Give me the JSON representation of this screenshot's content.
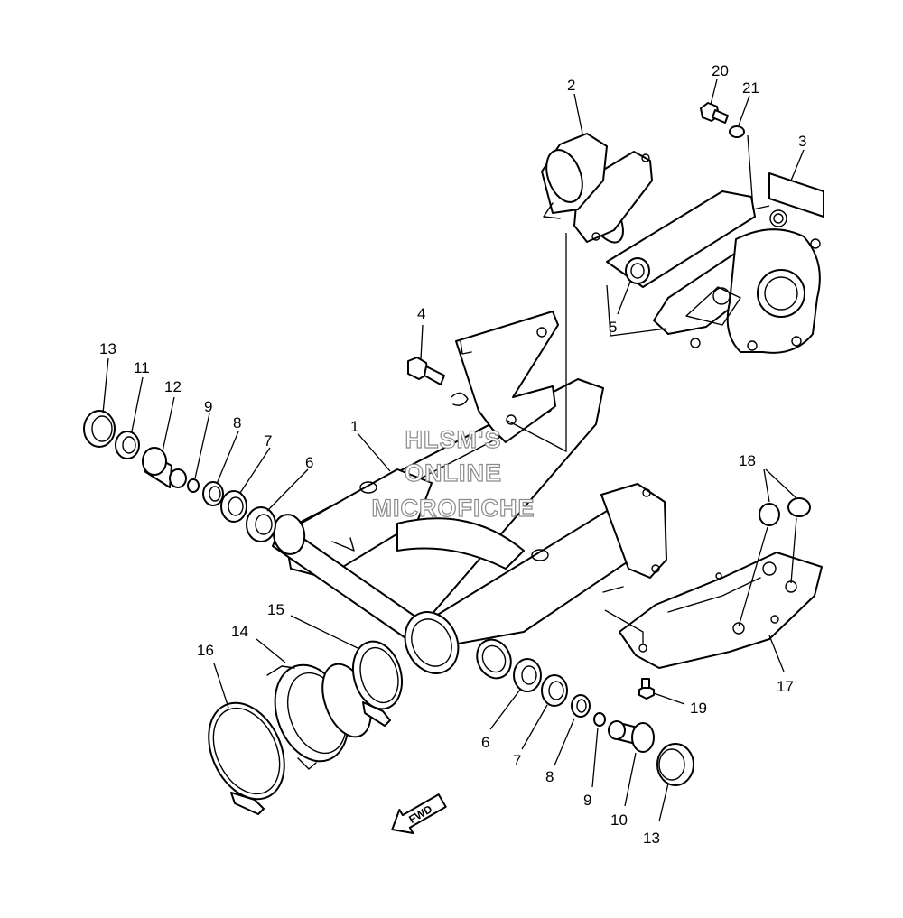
{
  "labels": {
    "p1": "1",
    "p2": "2",
    "p3": "3",
    "p4": "4",
    "p5": "5",
    "p6a": "6",
    "p6b": "6",
    "p7a": "7",
    "p7b": "7",
    "p8a": "8",
    "p8b": "8",
    "p9a": "9",
    "p9b": "9",
    "p10": "10",
    "p11": "11",
    "p12": "12",
    "p13a": "13",
    "p13b": "13",
    "p14": "14",
    "p15": "15",
    "p16": "16",
    "p17": "17",
    "p18": "18",
    "p19": "19",
    "p20": "20",
    "p21": "21"
  },
  "watermark": {
    "line1": "HLSM'S",
    "line2": "ONLINE",
    "line3": "MICROFICHE"
  },
  "direction_arrow": {
    "text": "FWD"
  },
  "colors": {
    "line": "#000000",
    "background": "#ffffff",
    "watermark_outline": "#8a8a8a"
  }
}
